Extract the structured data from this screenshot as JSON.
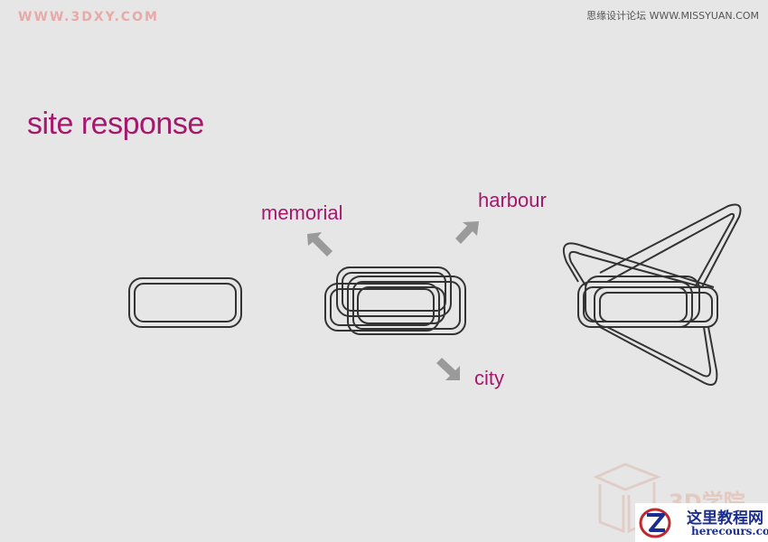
{
  "watermarks": {
    "top_left": "WWW.3DXY.COM",
    "top_right": "思缘设计论坛 WWW.MISSYUAN.COM",
    "bottom_logo_text": "3D学院",
    "badge_cn": "这里教程网",
    "badge_en": "herecours.com"
  },
  "title": "site response",
  "labels": {
    "memorial": "memorial",
    "harbour": "harbour",
    "city": "city"
  },
  "colors": {
    "background": "#e6e6e6",
    "accent": "#a5186d",
    "arrow": "#9a9a9a",
    "outline": "#333333"
  },
  "icons": {
    "arrow_memorial": "arrow-up-left-icon",
    "arrow_harbour": "arrow-up-right-icon",
    "arrow_city": "arrow-down-right-icon"
  }
}
